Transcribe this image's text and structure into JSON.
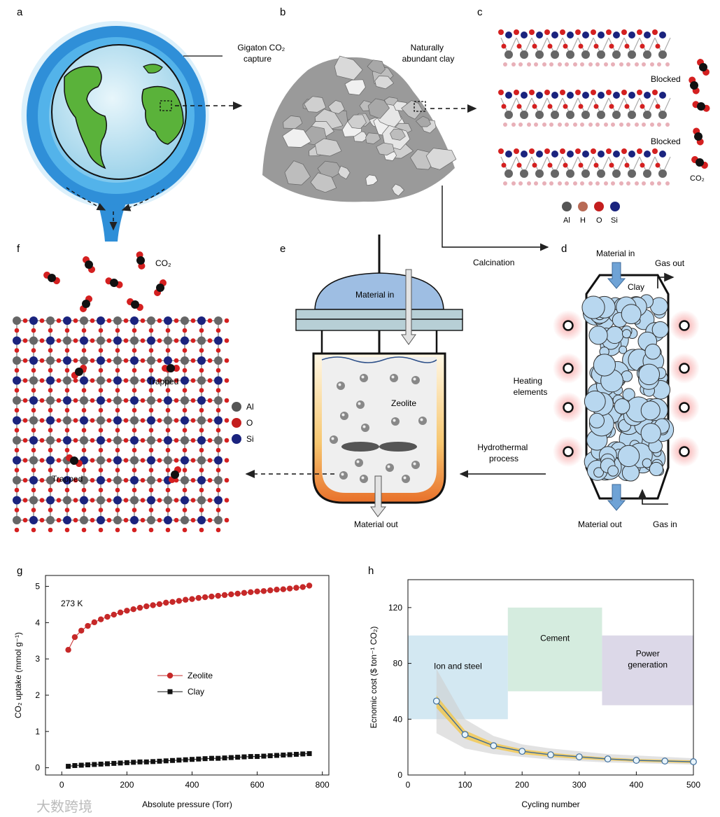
{
  "panels": {
    "a": {
      "letter": "a",
      "caption": "Gigaton CO₂\ncapture"
    },
    "b": {
      "letter": "b",
      "caption": "Naturally\nabundant clay"
    },
    "c": {
      "letter": "c",
      "blocked1": "Blocked",
      "blocked2": "Blocked",
      "co2": "CO₂",
      "legend": [
        "Al",
        "H",
        "O",
        "Si"
      ]
    },
    "d": {
      "letter": "d",
      "material_in": "Material in",
      "gas_out": "Gas out",
      "clay": "Clay",
      "heating": "Heating\nelements",
      "material_out": "Material out",
      "gas_in": "Gas in"
    },
    "e": {
      "letter": "e",
      "material_in": "Material in",
      "zeolite": "Zeolite",
      "material_out": "Material out"
    },
    "f": {
      "letter": "f",
      "co2": "CO₂",
      "trapped1": "Trapped",
      "trapped2": "Trapped",
      "legend": [
        "Al",
        "O",
        "Si"
      ]
    },
    "arrows": {
      "calcination": "Calcination",
      "hydrothermal": "Hydrothermal\nprocess"
    },
    "g": {
      "letter": "g"
    },
    "h": {
      "letter": "h"
    }
  },
  "watermark": "大数跨境",
  "colors": {
    "al": "#7a7a7a",
    "h": "#e8b0b8",
    "o": "#d42020",
    "si": "#1a237e",
    "zeolite": "#c62828",
    "clay": "#111111",
    "ocean": "#3aa0e0",
    "cost_line": "#3b6b9a",
    "cost_band": "#f4c542"
  },
  "chart_data": [
    {
      "type": "scatter",
      "panel": "g",
      "annotation": "273 K",
      "xlabel": "Absolute pressure (Torr)",
      "ylabel": "CO₂ uptake (mmol g⁻¹)",
      "xlim": [
        -50,
        820
      ],
      "ylim": [
        -0.2,
        5.3
      ],
      "xticks": [
        0,
        200,
        400,
        600,
        800
      ],
      "yticks": [
        0,
        1,
        2,
        3,
        4,
        5
      ],
      "legend": "center",
      "series": [
        {
          "name": "Zeolite",
          "marker": "circle",
          "x": [
            20,
            40,
            60,
            80,
            100,
            120,
            140,
            160,
            180,
            200,
            220,
            240,
            260,
            280,
            300,
            320,
            340,
            360,
            380,
            400,
            420,
            440,
            460,
            480,
            500,
            520,
            540,
            560,
            580,
            600,
            620,
            640,
            660,
            680,
            700,
            720,
            740,
            760
          ],
          "y": [
            3.25,
            3.6,
            3.78,
            3.91,
            4.01,
            4.09,
            4.16,
            4.22,
            4.28,
            4.33,
            4.37,
            4.41,
            4.45,
            4.48,
            4.51,
            4.55,
            4.57,
            4.6,
            4.63,
            4.65,
            4.68,
            4.7,
            4.72,
            4.74,
            4.76,
            4.78,
            4.8,
            4.82,
            4.84,
            4.86,
            4.87,
            4.89,
            4.91,
            4.92,
            4.94,
            4.96,
            4.98,
            5.02
          ]
        },
        {
          "name": "Clay",
          "marker": "square",
          "x": [
            20,
            40,
            60,
            80,
            100,
            120,
            140,
            160,
            180,
            200,
            220,
            240,
            260,
            280,
            300,
            320,
            340,
            360,
            380,
            400,
            420,
            440,
            460,
            480,
            500,
            520,
            540,
            560,
            580,
            600,
            620,
            640,
            660,
            680,
            700,
            720,
            740,
            760
          ],
          "y": [
            0.04,
            0.06,
            0.07,
            0.08,
            0.09,
            0.1,
            0.11,
            0.12,
            0.13,
            0.14,
            0.15,
            0.16,
            0.16,
            0.17,
            0.18,
            0.19,
            0.2,
            0.21,
            0.22,
            0.23,
            0.24,
            0.25,
            0.26,
            0.26,
            0.27,
            0.28,
            0.29,
            0.3,
            0.31,
            0.31,
            0.32,
            0.33,
            0.34,
            0.35,
            0.36,
            0.37,
            0.38,
            0.39
          ]
        }
      ]
    },
    {
      "type": "line",
      "panel": "h",
      "xlabel": "Cycling number",
      "ylabel": "Ecnomic cost ($ ton⁻¹ CO₂)",
      "xlim": [
        0,
        500
      ],
      "ylim": [
        0,
        140
      ],
      "xticks": [
        0,
        100,
        200,
        300,
        400,
        500
      ],
      "yticks": [
        0,
        40,
        80,
        120
      ],
      "regions": [
        {
          "label": "Ion and steel",
          "x": [
            0,
            175
          ],
          "y": [
            40,
            100
          ],
          "color": "#d3e8f2"
        },
        {
          "label": "Cement",
          "x": [
            175,
            340
          ],
          "y": [
            60,
            120
          ],
          "color": "#d5ecdf"
        },
        {
          "label": "Power\ngeneration",
          "x": [
            340,
            500
          ],
          "y": [
            50,
            100
          ],
          "color": "#dcd8e8"
        }
      ],
      "series": [
        {
          "x": [
            50,
            100,
            150,
            200,
            250,
            300,
            350,
            400,
            450,
            500
          ],
          "y": [
            53,
            29,
            21,
            17,
            14.5,
            13,
            11.5,
            10.5,
            10,
            9.5
          ],
          "band_low": [
            48,
            26,
            19,
            15,
            13,
            11.5,
            10.5,
            9.5,
            9,
            8.5
          ],
          "band_high": [
            57,
            32,
            23,
            18.5,
            16,
            14,
            12.5,
            11.5,
            11,
            10.5
          ],
          "gray_low": [
            30,
            19,
            15,
            13,
            11,
            10,
            9,
            8.5,
            8,
            7.5
          ],
          "gray_high": [
            76,
            40,
            28,
            22,
            19,
            17,
            15,
            14,
            13,
            12
          ]
        }
      ]
    }
  ]
}
